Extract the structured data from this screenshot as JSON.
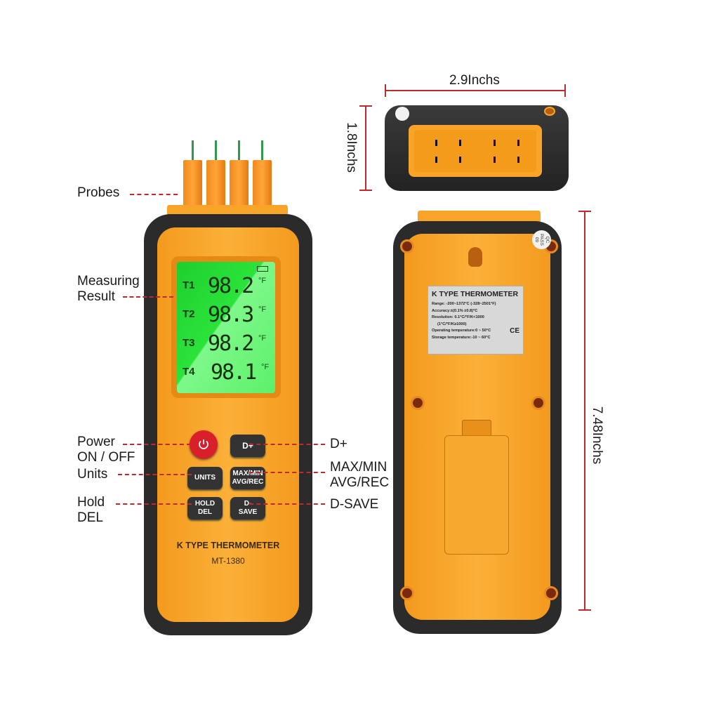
{
  "callouts": {
    "probes": "Probes",
    "measuring_result": [
      "Measuring",
      "Result"
    ],
    "power": [
      "Power",
      "ON / OFF"
    ],
    "units": "Units",
    "hold": [
      "Hold",
      "DEL"
    ],
    "d_plus": "D+",
    "max_min": [
      "MAX/MIN",
      "AVG/REC"
    ],
    "d_save": "D-SAVE"
  },
  "dimensions": {
    "width": "2.9Inchs",
    "depth": "1.8Inchs",
    "height": "7.48Inchs"
  },
  "display": {
    "readings": [
      {
        "channel": "T1",
        "value": "98.2",
        "unit": "°F"
      },
      {
        "channel": "T2",
        "value": "98.3",
        "unit": "°F"
      },
      {
        "channel": "T3",
        "value": "98.2",
        "unit": "°F"
      },
      {
        "channel": "T4",
        "value": "98.1",
        "unit": "°F"
      }
    ]
  },
  "keys": {
    "d_plus": "D+",
    "units": "UNITS",
    "max_min": "MAX/MIN",
    "avg_rec": "AVG/REC",
    "hold": "HOLD",
    "del": "DEL",
    "d": "D-",
    "save": "SAVE"
  },
  "device": {
    "title": "K TYPE THERMOMETER",
    "model": "MT-1380"
  },
  "spec_label": {
    "title": "K TYPE THERMOMETER",
    "lines": [
      "Range: -200~1372°C (-328~2501°F)",
      "Accuracy:±(0.1% ±0.8)°C",
      "Resolution: 0.1°C/°F/K<1000",
      "(1°C/°F/K≥1000)",
      "Operating temperature:0 ~ 50°C",
      "Storage temperature:-10 ~ 60°C"
    ],
    "marks": "CE"
  },
  "sticker": [
    "QC",
    "PASS",
    "09"
  ],
  "colors": {
    "accent": "#f7a428",
    "body": "#2e2e2e",
    "lcd": "#3df04a",
    "callout": "#c0282b"
  }
}
